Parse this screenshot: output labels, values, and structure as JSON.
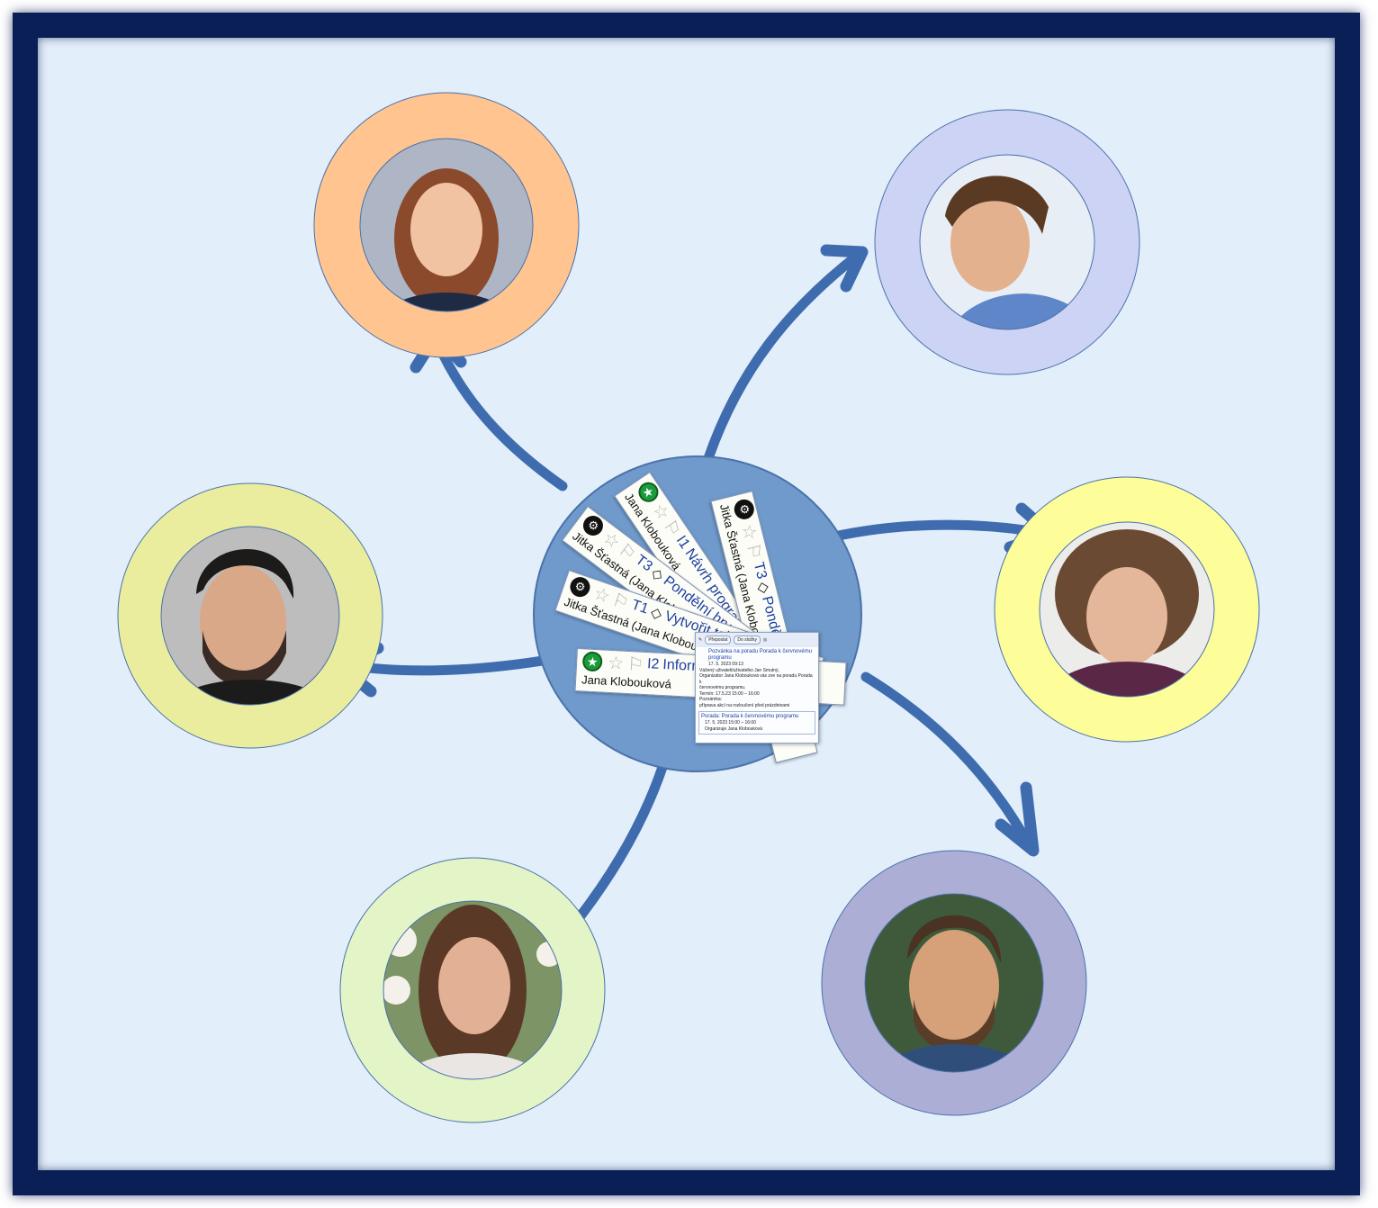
{
  "colors": {
    "frame": "#0b1f57",
    "background": "#e2eefa",
    "hub": "#6f9acb",
    "arrow": "#3f6cae",
    "rings": [
      "#ffc48f",
      "#ccd3f5",
      "#ebed9e",
      "#fdfd99",
      "#e3f4c6",
      "#acaed6"
    ]
  },
  "people": [
    {
      "name": "person-top-left-woman",
      "icon": "woman-portrait"
    },
    {
      "name": "person-top-right-man",
      "icon": "man-portrait"
    },
    {
      "name": "person-middle-left-man",
      "icon": "man-portrait"
    },
    {
      "name": "person-middle-right-woman",
      "icon": "woman-portrait"
    },
    {
      "name": "person-bottom-left-woman",
      "icon": "woman-portrait"
    },
    {
      "name": "person-bottom-right-man",
      "icon": "man-portrait"
    }
  ],
  "cards": [
    {
      "icon": "green-star-badge",
      "tag": "I1",
      "title": "Návrh programu – N",
      "person": "Jana Klobouková"
    },
    {
      "icon": "head-gear-badge",
      "tag": "T3",
      "title": "Pondělní h",
      "person": "Jitka Šťastná (Jana Klobouková)"
    },
    {
      "icon": "head-gear-badge",
      "tag": "T3",
      "title": "Pondělní hry",
      "person": "Jitka Šťastná (Jana Klobouková)"
    },
    {
      "icon": "head-gear-badge",
      "tag": "T1",
      "title": "Vytvořit tabu",
      "person": "Jitka Šťastná (Jana Klobouková)"
    },
    {
      "icon": "green-star-badge",
      "tag": "I2",
      "title": "Informace k",
      "person": "Jana Klobouková"
    }
  ],
  "mail": {
    "buttons": [
      "Přeposlat",
      "Do složky"
    ],
    "subject": "Pozvánka na poradu Porada k červnovému programu",
    "date": "17. 5. 2023 09:13",
    "lines": [
      "Vážený uživateli/uživatelko Jan Smutný,",
      "Organizátor Jana Klobouková vás zve na poradu Porada k",
      "červnovému programu.",
      "Termín: 17.5.23 15:00 – 16:00",
      "Poznámka:",
      "příprava akcí na rozloučení před prázdninami"
    ],
    "meeting_title": "Porada: Porada k červnovému programu",
    "meeting_time": "17. 5. 2023 15:00 – 16:00",
    "organizer": "Organizuje Jana Klobouková"
  }
}
